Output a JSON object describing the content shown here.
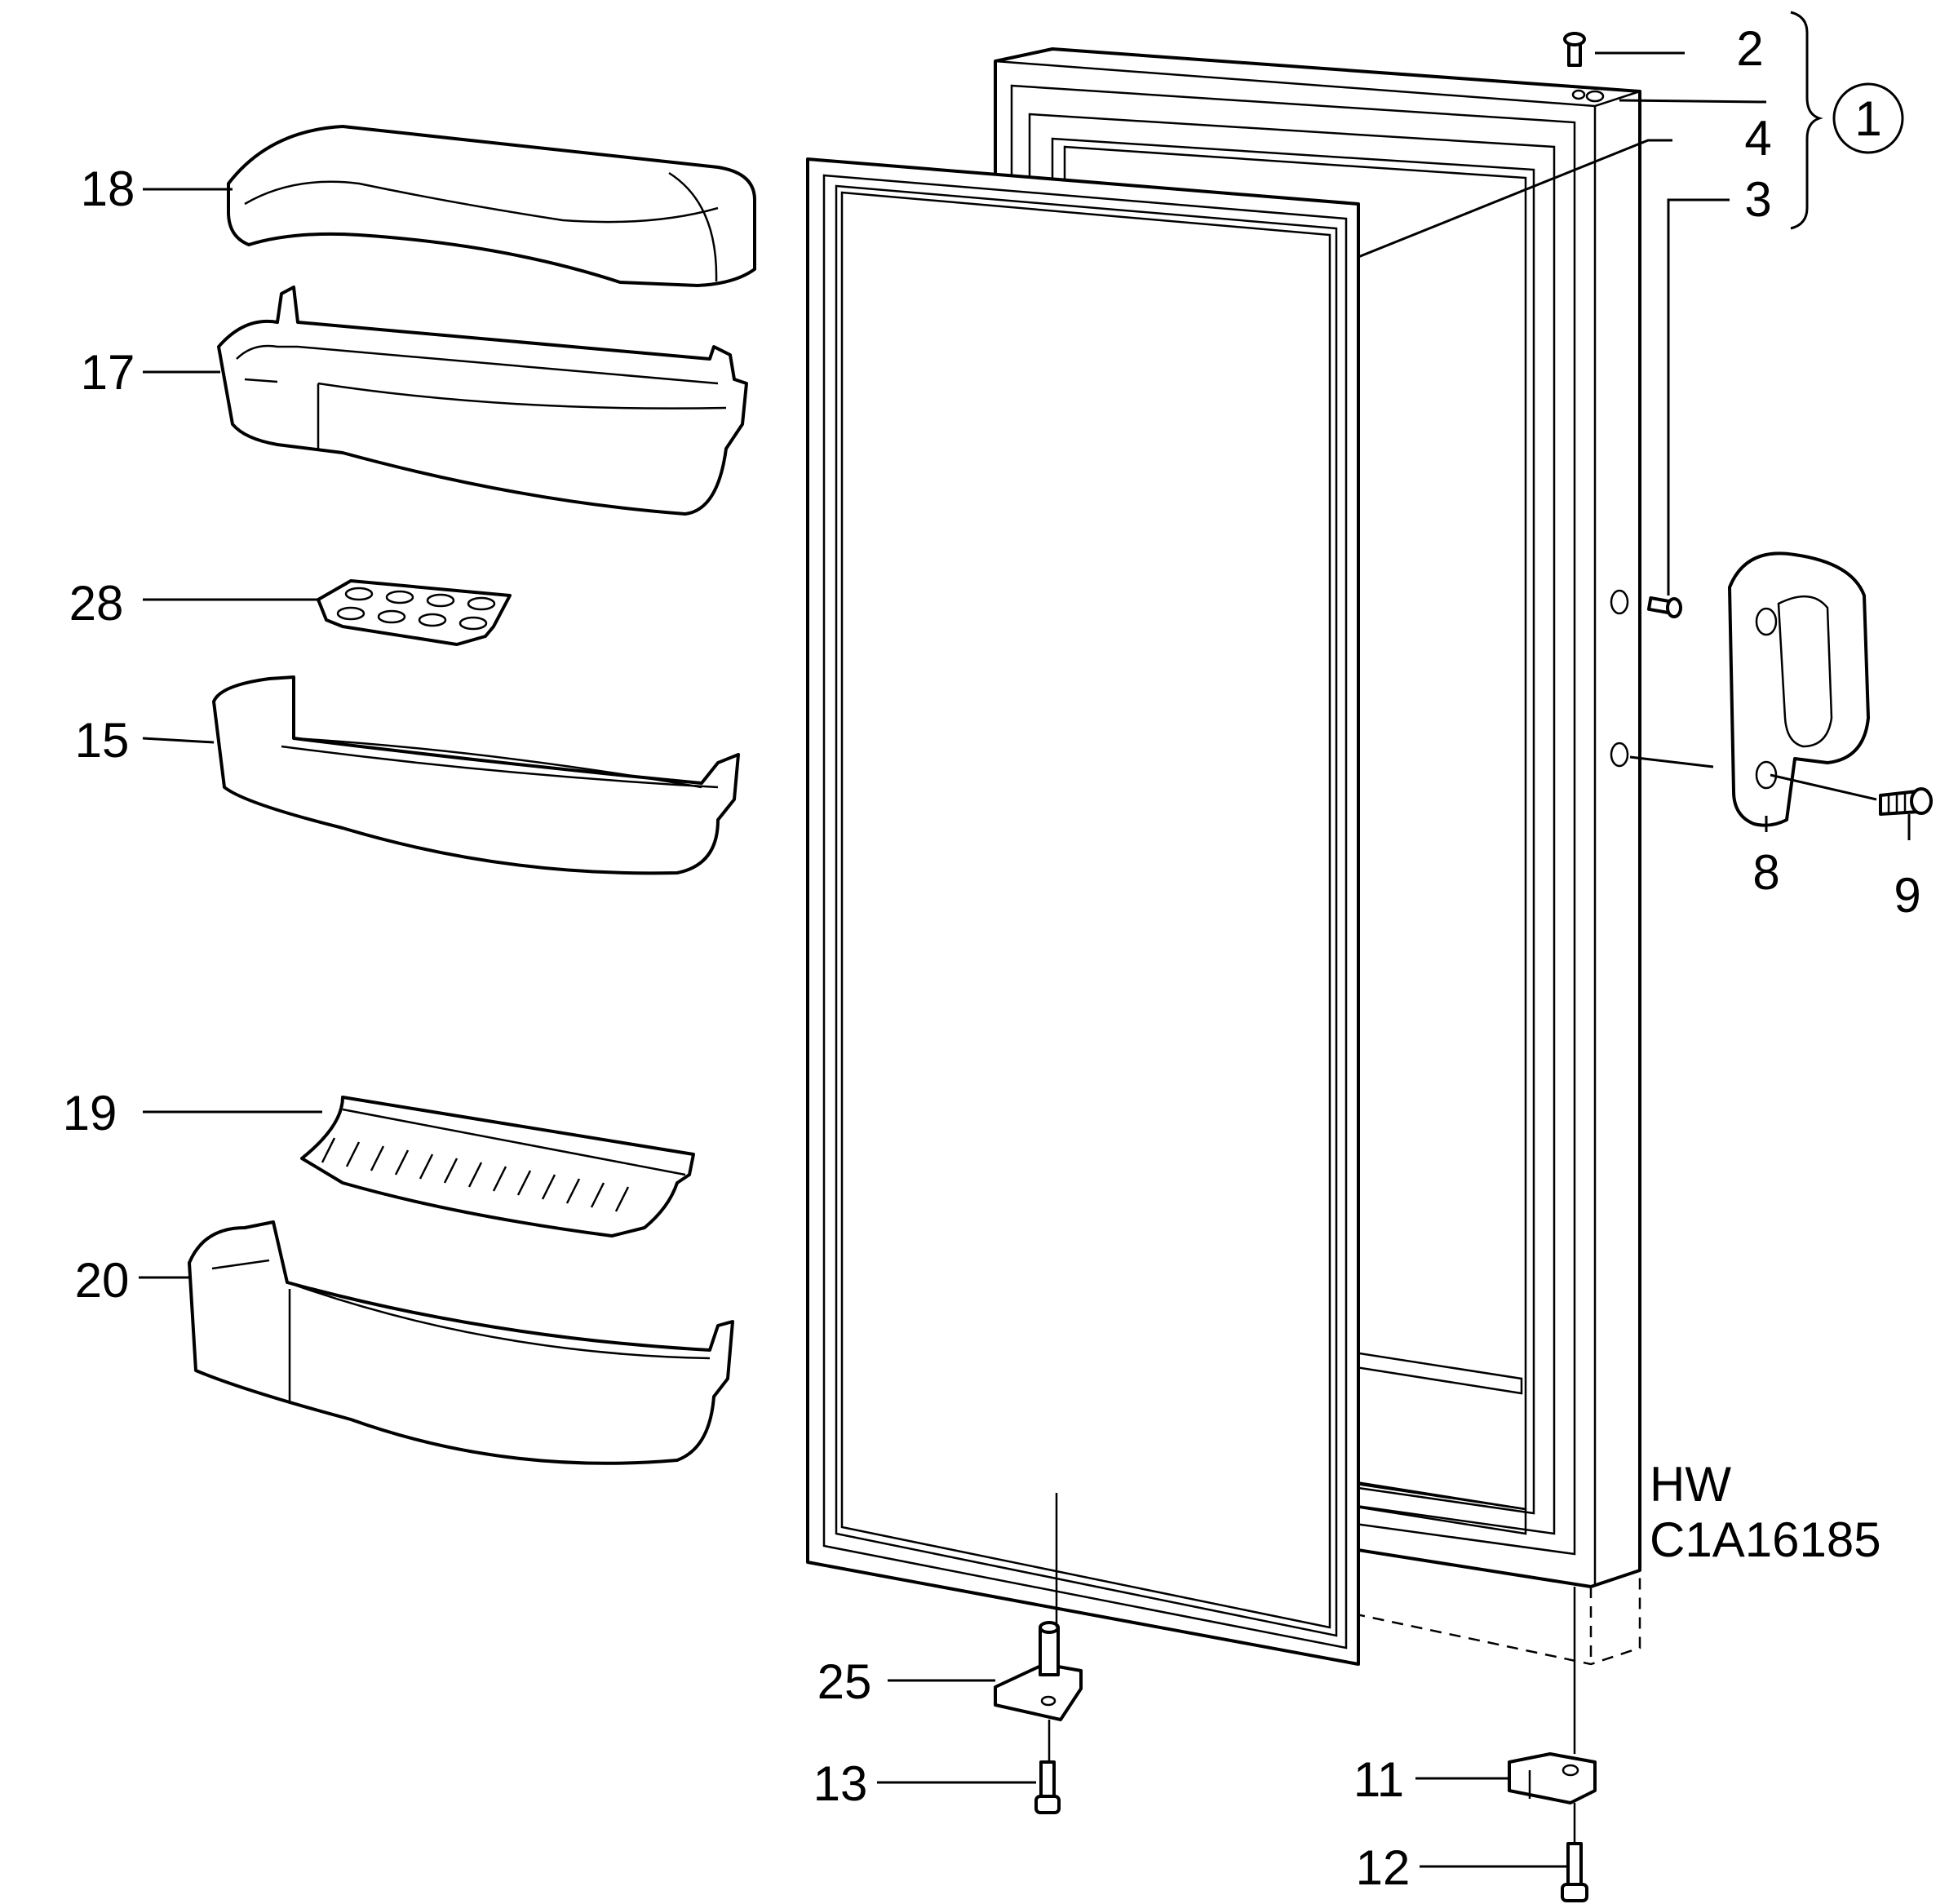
{
  "labels": {
    "p1": "1",
    "p2": "2",
    "p3": "3",
    "p4": "4",
    "p8": "8",
    "p9": "9",
    "p11": "11",
    "p12": "12",
    "p13": "13",
    "p15": "15",
    "p17": "17",
    "p18": "18",
    "p19": "19",
    "p20": "20",
    "p25": "25",
    "p28": "28"
  },
  "drawing_code": {
    "line1": "HW",
    "line2": "C1A16185"
  }
}
